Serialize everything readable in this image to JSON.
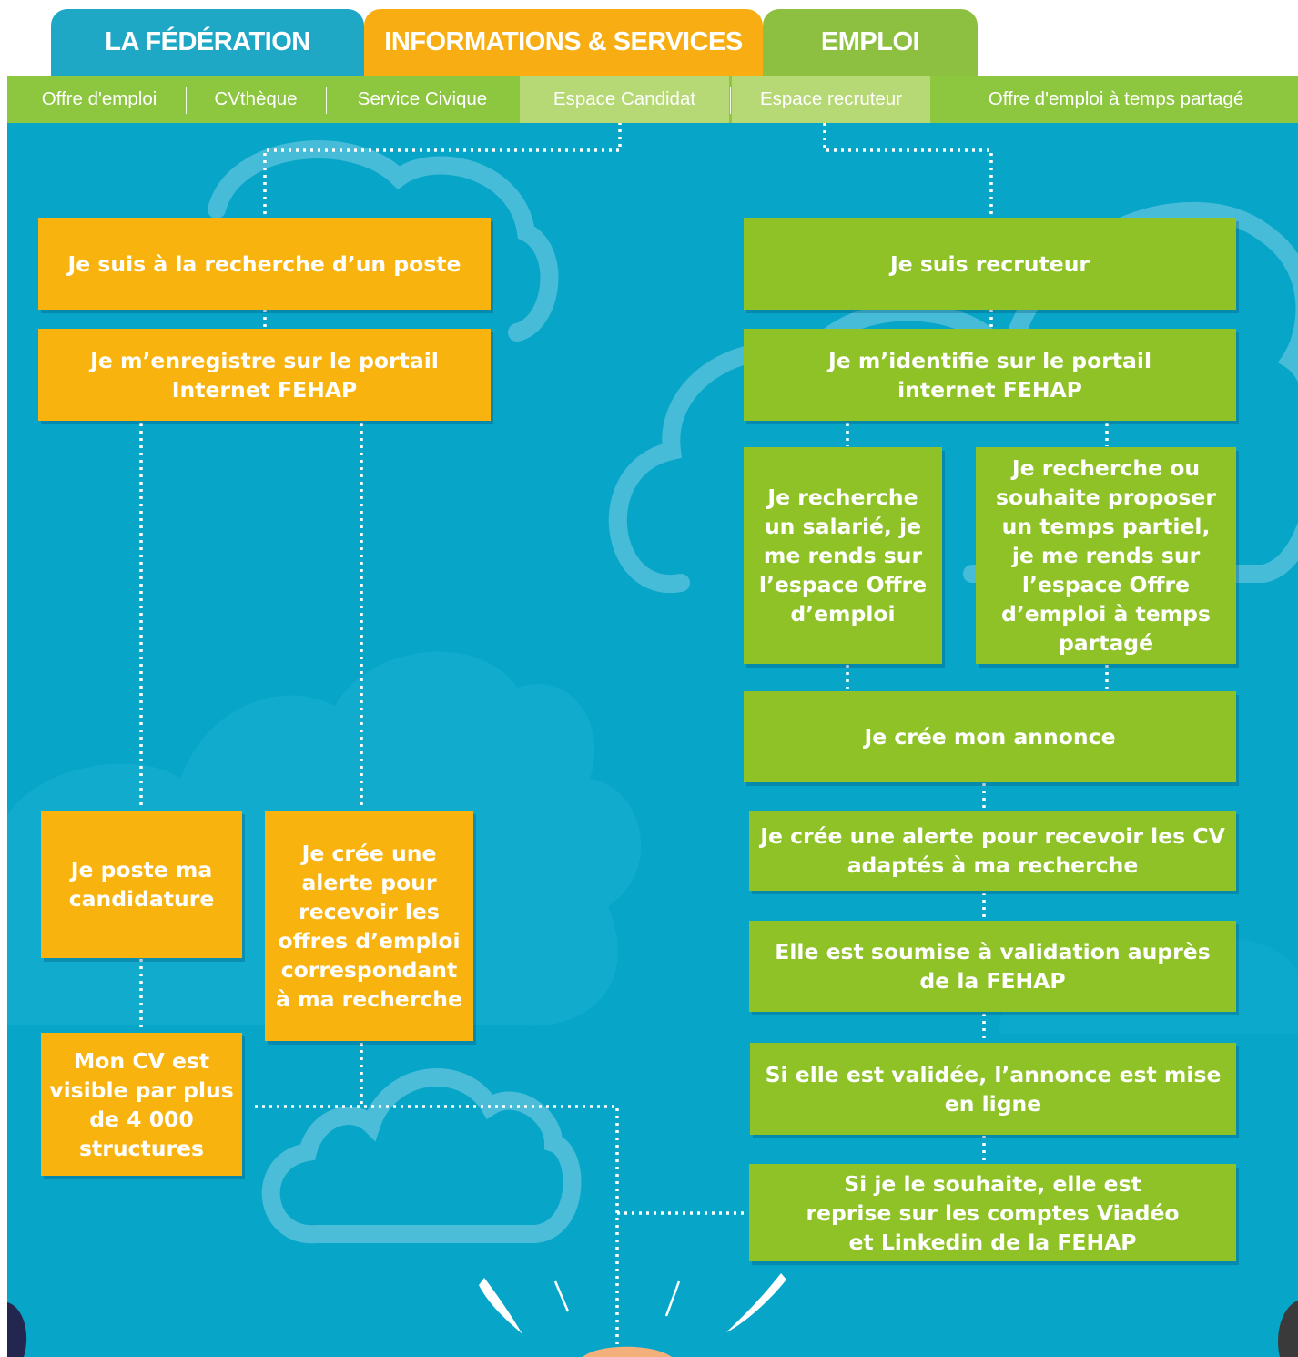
{
  "tabs": [
    {
      "label": "LA FÉDÉRATION",
      "color": "#1fa8c6"
    },
    {
      "label": "INFORMATIONS & SERVICES",
      "color": "#f8ae12"
    },
    {
      "label": "EMPLOI",
      "color": "#8dc041"
    }
  ],
  "subnav": [
    {
      "label": "Offre d'emploi",
      "active": false
    },
    {
      "label": "CVthèque",
      "active": false
    },
    {
      "label": "Service Civique",
      "active": false
    },
    {
      "label": "Espace Candidat",
      "active": true
    },
    {
      "label": "Espace recruteur",
      "active": true
    },
    {
      "label": "Offre d'emploi à temps partagé",
      "active": false
    }
  ],
  "colors": {
    "background": "#07a6c9",
    "candidate": "#f8b30f",
    "recruiter": "#8ec227"
  },
  "candidate": {
    "search": "Je suis à la recherche d’un poste",
    "register": "Je m’enregistre sur le portail Internet FEHAP",
    "apply": "Je poste ma candidature",
    "alert": "Je crée une alerte pour recevoir les offres d’emploi correspondant à ma recherche",
    "visible": "Mon CV est visible par plus de 4 000 structures"
  },
  "recruiter": {
    "title": "Je suis recruteur",
    "login": "Je m’identifie sur le portail internet FEHAP",
    "salary": "Je recherche un salarié, je me rends sur l’espace Offre d’emploi",
    "parttime": "Je recherche ou souhaite proposer un temps partiel, je me rends sur l’espace Offre d’emploi à temps partagé",
    "create": "Je crée mon annonce",
    "alert": "Je crée une alerte pour recevoir les CV adaptés à ma recherche",
    "validation": "Elle est soumise à validation auprès de la FEHAP",
    "online": "Si elle est validée, l’annonce est mise en ligne",
    "social": "Si je le souhaite, elle est reprise sur les comptes Viadéo et Linkedin de la FEHAP"
  }
}
